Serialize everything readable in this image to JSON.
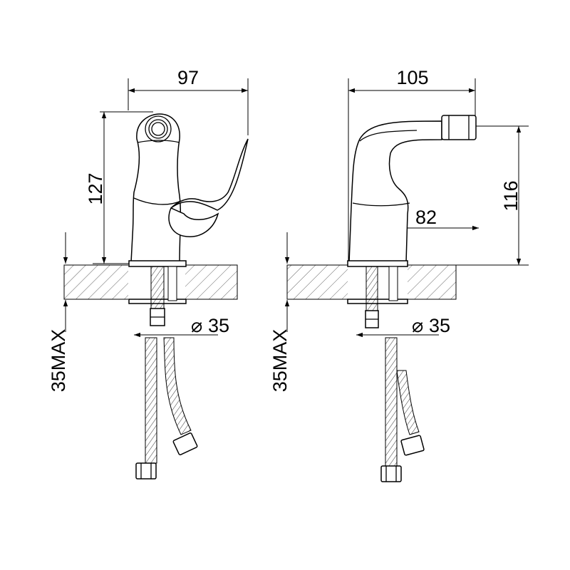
{
  "front_view": {
    "width_label": "97",
    "height_label": "127",
    "diameter_symbol": "⌀",
    "diameter_label": "35",
    "max_label": "35MAX"
  },
  "side_view": {
    "width_label": "105",
    "spout_height_label": "116",
    "reach_label": "82",
    "diameter_symbol": "⌀",
    "diameter_label": "35",
    "max_label": "35MAX"
  }
}
